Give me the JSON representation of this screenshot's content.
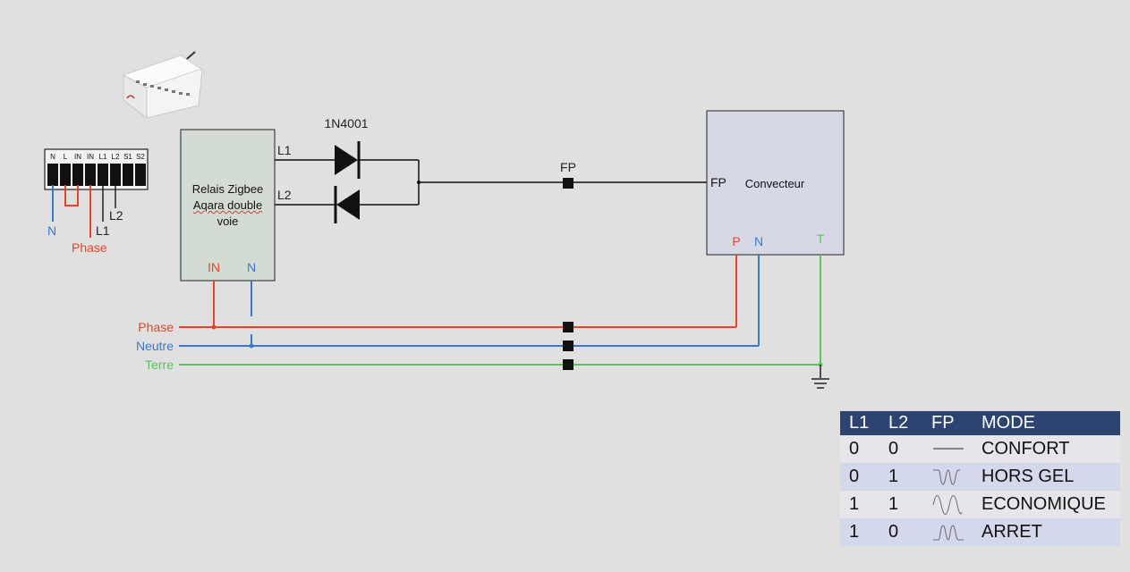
{
  "module": {
    "terminals": [
      "N",
      "L",
      "IN",
      "IN",
      "L1",
      "L2",
      "S1",
      "S2"
    ],
    "wire_labels": {
      "n": "N",
      "phase": "Phase",
      "l1": "L1",
      "l2": "L2"
    }
  },
  "relay": {
    "line1": "Relais Zigbee",
    "line2": "Aqara double",
    "line3": "voie",
    "in_label": "IN",
    "n_label": "N",
    "out1": "L1",
    "out2": "L2"
  },
  "diode_label": "1N4001",
  "fp_label": "FP",
  "convector": {
    "title": "Convecteur",
    "fp": "FP",
    "p": "P",
    "n": "N",
    "t": "T"
  },
  "buses": {
    "phase": "Phase",
    "neutre": "Neutre",
    "terre": "Terre"
  },
  "colors": {
    "phase": "#e8442a",
    "neutral": "#3a78d0",
    "earth": "#5cc060",
    "relay_fill": "#d2dcd2",
    "convector_fill": "#d6d8e6",
    "table_header": "#2e4470"
  },
  "mode_table": {
    "headers": [
      "L1",
      "L2",
      "FP",
      "MODE"
    ],
    "rows": [
      {
        "l1": "0",
        "l2": "0",
        "wave": "flat",
        "mode": "CONFORT"
      },
      {
        "l1": "0",
        "l2": "1",
        "wave": "negative-half",
        "mode": "HORS GEL"
      },
      {
        "l1": "1",
        "l2": "1",
        "wave": "full-sine",
        "mode": "ECONOMIQUE"
      },
      {
        "l1": "1",
        "l2": "0",
        "wave": "positive-half",
        "mode": "ARRET"
      }
    ]
  }
}
